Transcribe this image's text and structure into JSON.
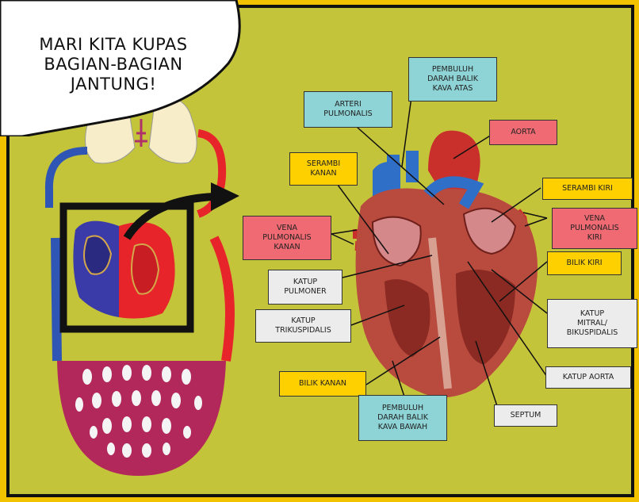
{
  "speech_bubble": {
    "text": "MARI KITA KUPAS\nBAGIAN-BAGIAN\nJANTUNG!"
  },
  "labels": {
    "pembuluh_darah_balik_kava_atas": "PEMBULUH\nDARAH BALIK\nKAVA ATAS",
    "arteri_pulmonalis": "ARTERI\nPULMONALIS",
    "aorta": "AORTA",
    "serambi_kanan": "SERAMBI\nKANAN",
    "serambi_kiri": "SERAMBI KIRI",
    "vena_pulmonalis_kanan": "VENA\nPULMONALIS\nKANAN",
    "vena_pulmonalis_kiri": "VENA\nPULMONALIS\nKIRI",
    "bilik_kiri": "BILIK KIRI",
    "katup_pulmoner": "KATUP\nPULMONER",
    "katup_trikuspidalis": "KATUP\nTRIKUSPIDALIS",
    "katup_mitral_bikuspidalis": "KATUP\nMITRAL/\nBIKUSPIDALIS",
    "katup_aorta": "KATUP AORTA",
    "bilik_kanan": "BILIK KANAN",
    "pembuluh_darah_balik_kava_bawah": "PEMBULUH\nDARAH BALIK\nKAVA BAWAH",
    "septum": "SEPTUM"
  },
  "colors": {
    "background_panel": "#c4c43a",
    "frame": "#f2c200",
    "label_blue": "#8ed3d6",
    "label_red": "#f06a73",
    "label_yellow": "#ffd000",
    "label_white": "#ececec",
    "blood_oxygenated": "#e8242b",
    "blood_deoxygenated": "#2f55b5"
  }
}
